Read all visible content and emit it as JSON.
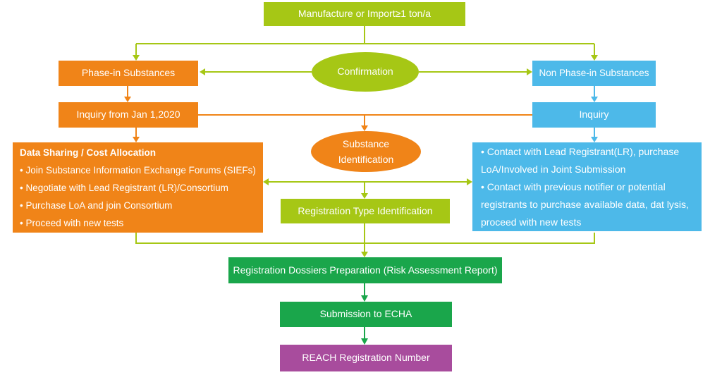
{
  "colors": {
    "lime": "#a6c715",
    "orange": "#f08418",
    "blue": "#4db9e9",
    "green": "#1aa64b",
    "purple": "#a84c9d"
  },
  "nodes": {
    "top": {
      "label": "Manufacture or Import≥1 ton/a"
    },
    "phase_in": {
      "label": "Phase-in Substances"
    },
    "confirmation": {
      "label": "Confirmation"
    },
    "non_phase_in": {
      "label": "Non Phase-in Substances"
    },
    "inquiry_left": {
      "label": "Inquiry from Jan 1,2020"
    },
    "inquiry_right": {
      "label": "Inquiry"
    },
    "substance_id": {
      "label": "Substance Identification"
    },
    "data_sharing": {
      "title": "Data Sharing / Cost Allocation",
      "bullets": [
        "• Join Substance Information Exchange Forums (SIEFs)",
        "• Negotiate with Lead Registrant (LR)/Consortium",
        "• Purchase LoA and join Consortium",
        "• Proceed with new tests"
      ]
    },
    "contact": {
      "bullets": [
        "• Contact with Lead Registrant(LR), purchase LoA/Involved in Joint Submission",
        "• Contact with previous notifier or potential registrants to purchase available data, dat lysis, proceed with new tests"
      ]
    },
    "reg_type": {
      "label": "Registration Type Identification"
    },
    "dossiers": {
      "label": "Registration Dossiers Preparation (Risk Assessment Report)"
    },
    "submission": {
      "label": "Submission to ECHA"
    },
    "reach_number": {
      "label": "REACH Registration Number"
    }
  }
}
